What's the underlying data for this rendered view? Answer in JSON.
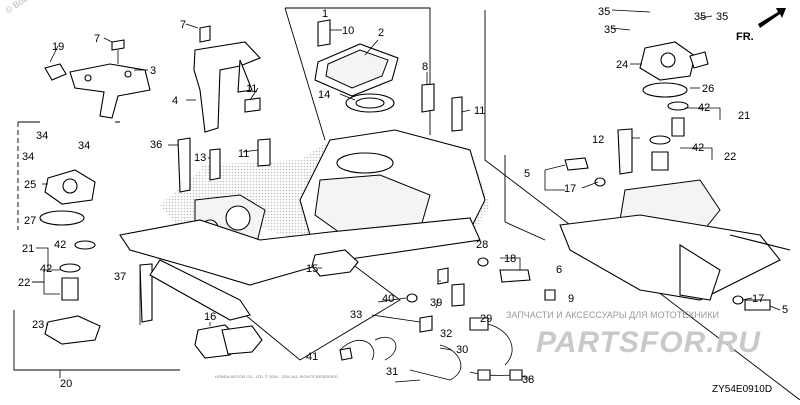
{
  "diagram_code": "ZY54E0910D",
  "direction_label": "FR.",
  "watermark_top": "© Boats.net",
  "brand": {
    "caption": "ЗАПЧАСТИ И АКСЕССУАРЫ ДЛЯ МОТОТЕХНИКИ",
    "name": "PARTSFOR.RU"
  },
  "copyright": "HONDA MOTOR CO., LTD. © 2004 - 2010 ALL RIGHTS RESERVED",
  "callouts": [
    "1",
    "2",
    "3",
    "4",
    "5",
    "5",
    "6",
    "7",
    "7",
    "8",
    "9",
    "10",
    "11",
    "11",
    "11",
    "12",
    "13",
    "14",
    "15",
    "16",
    "17",
    "17",
    "18",
    "19",
    "20",
    "21",
    "21",
    "22",
    "22",
    "23",
    "24",
    "25",
    "26",
    "27",
    "28",
    "29",
    "30",
    "31",
    "32",
    "33",
    "34",
    "34",
    "34",
    "35",
    "35",
    "35",
    "35",
    "36",
    "37",
    "38",
    "39",
    "40",
    "41",
    "42",
    "42",
    "42",
    "42"
  ],
  "colors": {
    "line": "#000000",
    "dots": "#9a9a9a",
    "watermark": "#c9c9c9"
  }
}
